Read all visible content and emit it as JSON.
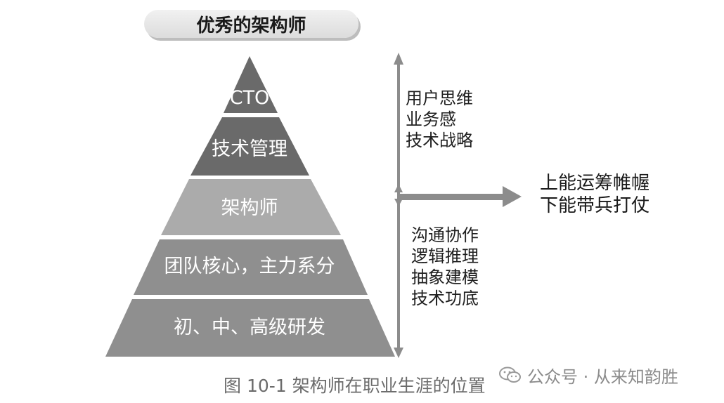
{
  "title": "优秀的架构师",
  "pyramid": {
    "levels": [
      {
        "label": "CTO"
      },
      {
        "label": "技术管理"
      },
      {
        "label": "架构师"
      },
      {
        "label": "团队核心，主力系分"
      },
      {
        "label": "初、中、高级研发"
      }
    ]
  },
  "upper_skills": [
    "用户思维",
    "业务感",
    "技术战略"
  ],
  "lower_skills": [
    "沟通协作",
    "逻辑推理",
    "抽象建模",
    "技术功底"
  ],
  "right_text": [
    "上能运筹帷幄",
    "下能带兵打仗"
  ],
  "caption": "图 10-1  架构师在职业生涯的位置",
  "watermark": {
    "icon": "wechat-icon",
    "text": "公众号 · 从来知韵胜"
  },
  "colors": {
    "dark": "#6a6a6a",
    "mid": "#ababab",
    "steel": "#8f8f8f",
    "arrow": "#8c8c8c"
  }
}
